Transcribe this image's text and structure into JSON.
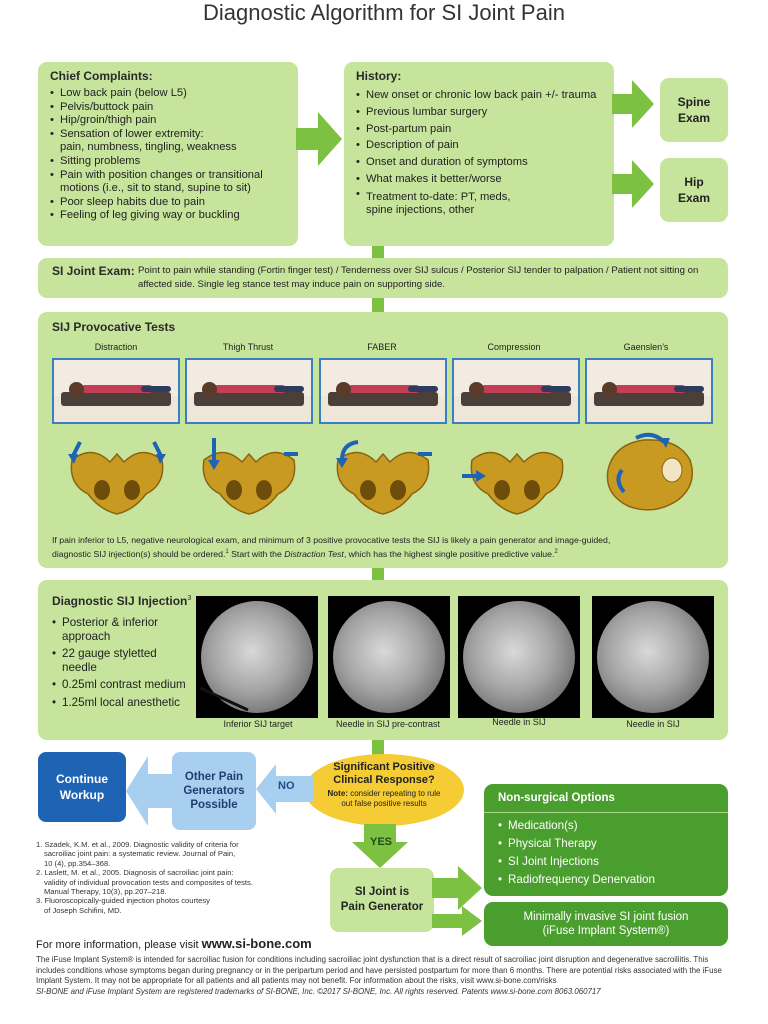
{
  "title": "Diagnostic Algorithm for SI Joint Pain",
  "chief": {
    "header": "Chief Complaints:",
    "items": [
      "Low back pain (below L5)",
      "Pelvis/buttock pain",
      "Hip/groin/thigh pain",
      "Sensation of lower extremity:",
      "pain, numbness, tingling, weakness",
      "Sitting problems",
      "Pain with position changes or transitional",
      "motions (i.e., sit to stand, supine to sit)",
      "Poor sleep habits due to pain",
      "Feeling of leg giving way or buckling"
    ]
  },
  "history": {
    "header": "History:",
    "items": [
      "New onset or chronic low back pain +/- trauma",
      "Previous lumbar surgery",
      "Post-partum pain",
      "Description of pain",
      "Onset and duration of symptoms",
      "What makes it better/worse",
      "Treatment to-date: PT, meds,",
      "spine injections, other"
    ]
  },
  "spine_exam": {
    "line1": "Spine",
    "line2": "Exam"
  },
  "hip_exam": {
    "line1": "Hip",
    "line2": "Exam"
  },
  "si_exam": {
    "header": "SI Joint Exam:",
    "text": "Point to pain while standing (Fortin finger  test) / Tenderness over SIJ sulcus / Posterior SIJ tender to palpation / Patient not sitting on affected side. Single leg stance test may induce pain on supporting side."
  },
  "provocative": {
    "header": "SIJ Provocative Tests",
    "tests": [
      "Distraction",
      "Thigh Thrust",
      "FABER",
      "Compression",
      "Gaenslen’s"
    ],
    "note_a": "If pain inferior to L5, negative neurological exam, and minimum of 3 positive provocative tests the SIJ is likely a pain generator and image-guided,",
    "note_b": "diagnostic SIJ injection(s) should be ordered.",
    "note_sup1": "1",
    "note_c": " Start with the ",
    "note_d": "Distraction Test",
    "note_e": ", which has the highest single positive predictive value.",
    "note_sup2": "2"
  },
  "injection": {
    "header": "Diagnostic SIJ Injection",
    "header_sup": "3",
    "items": [
      "Posterior & inferior",
      "approach",
      "22 gauge styletted",
      "needle",
      "0.25ml contrast medium",
      "1.25ml local anesthetic"
    ],
    "xrays": [
      "Inferior SIJ target",
      "Needle in SIJ pre-contrast",
      "Needle in SIJ",
      "Needle in SIJ"
    ]
  },
  "decision": {
    "title_a": "Significant Positive",
    "title_b": "Clinical Response?",
    "note_label": "Note:",
    "note_text": " consider repeating to rule",
    "note_text2": "out false positive results",
    "no": "NO",
    "yes": "YES"
  },
  "other_pain": {
    "l1": "Other Pain",
    "l2": "Generators",
    "l3": "Possible"
  },
  "continue": {
    "l1": "Continue",
    "l2": "Workup"
  },
  "si_generator": {
    "l1": "SI Joint is",
    "l2": "Pain Generator"
  },
  "nonsurgical": {
    "header": "Non-surgical Options",
    "items": [
      "Medication(s)",
      "Physical Therapy",
      "SI Joint Injections",
      "Radiofrequency Denervation"
    ]
  },
  "fusion": {
    "l1": "Minimally invasive SI joint fusion",
    "l2": "(iFuse Implant System®)"
  },
  "references": [
    "1. Szadek, K.M. et al., 2009. Diagnostic validity of criteria for",
    "sacroiliac joint pain: a systematic review. Journal of Pain,",
    "10 (4), pp.354–368.",
    "2. Laslett, M. et al., 2005. Diagnosis of sacroiliac joint pain:",
    "validity of individual provocation tests and composites of tests.",
    "Manual Therapy, 10(3), pp.207–218.",
    "3. Fluoroscopically-guided injection photos courtesy",
    "of Joseph Schifini, MD."
  ],
  "more_info": {
    "prefix": "For more information, please visit ",
    "url": "www.si-bone.com"
  },
  "footer": {
    "line1": "The iFuse Implant System® is intended for sacroiliac fusion for conditions including sacroiliac joint dysfunction that is a direct result of sacroiliac joint disruption and degenerative sacroiliitis. This",
    "line2": "includes conditions whose symptoms began during pregnancy or in the peripartum period and have persisted postpartum for more than 6 months. There are potential risks associated with the iFuse",
    "line3": "Implant System. It may not be appropriate for all patients and all patients may not benefit. For information about the risks, visit www.si-bone.com/risks",
    "line4": "SI-BONE and iFuse Implant System are registered trademarks of SI-BONE, Inc. ©2017 SI-BONE, Inc. All rights reserved. Patents www.si-bone.com   8063.060717"
  },
  "colors": {
    "light_green": "#c6e49c",
    "bright_green": "#7dc142",
    "dark_green": "#4a9e2e",
    "light_blue": "#a9cff0",
    "dark_blue": "#1f63b4",
    "yellow": "#f5cc33",
    "gold": "#c99a22"
  }
}
